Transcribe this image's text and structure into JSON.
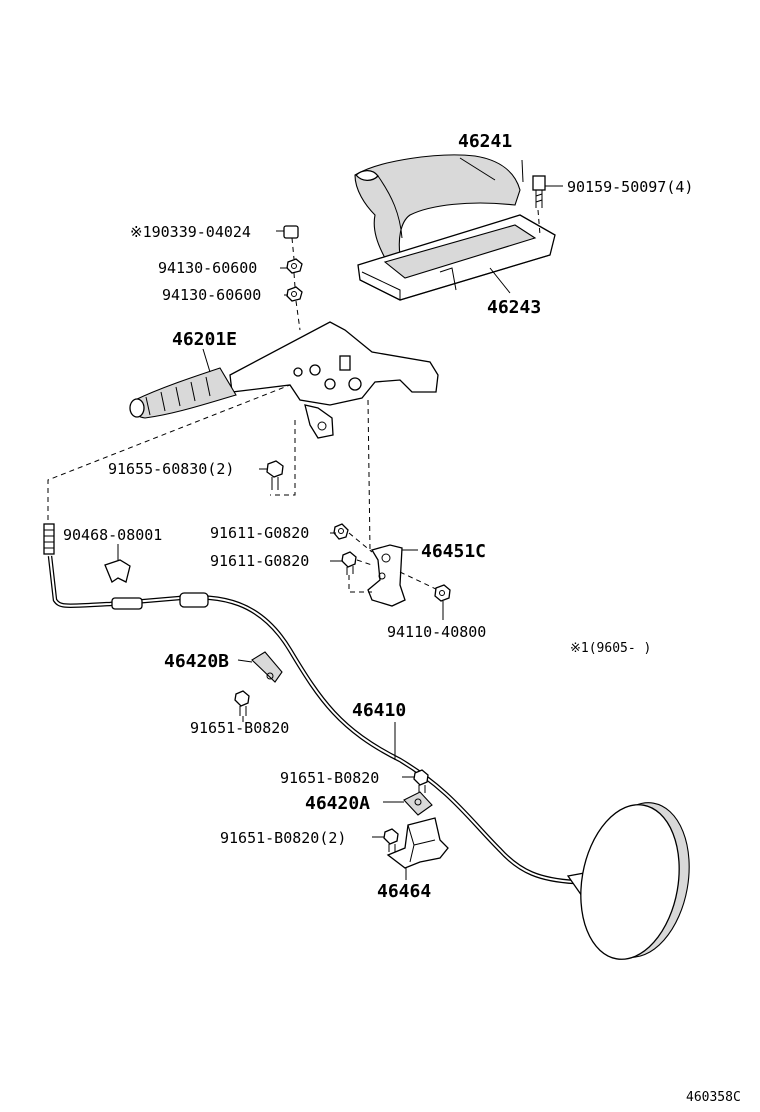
{
  "labels": {
    "p46241": "46241",
    "p90159": "90159-50097(4)",
    "p90339": "※190339-04024",
    "p94130a": "94130-60600",
    "p94130b": "94130-60600",
    "p46243": "46243",
    "p46201E": "46201E",
    "p91655": "91655-60830(2)",
    "p90468": "90468-08001",
    "p91611a": "91611-G0820",
    "p91611b": "91611-G0820",
    "p46451C": "46451C",
    "p94110": "94110-40800",
    "note": "※1(9605-    )",
    "p46420B": "46420B",
    "p91651a": "91651-B0820",
    "p46410": "46410",
    "p91651b": "91651-B0820",
    "p46420A": "46420A",
    "p91651c": "91651-B0820(2)",
    "p46464": "46464",
    "code": "460358C"
  }
}
